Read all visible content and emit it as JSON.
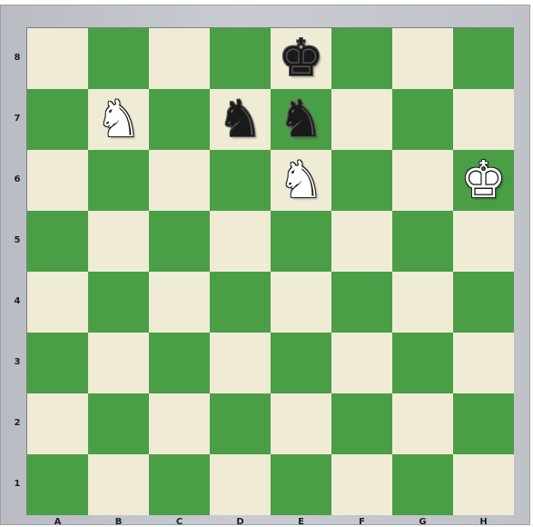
{
  "board": {
    "files": [
      "A",
      "B",
      "C",
      "D",
      "E",
      "F",
      "G",
      "H"
    ],
    "ranks": [
      "8",
      "7",
      "6",
      "5",
      "4",
      "3",
      "2",
      "1"
    ],
    "colors": {
      "light_square": "#efebd4",
      "dark_square": "#4a9f46",
      "frame": "#c4c7cc"
    },
    "pieces": [
      {
        "square": "e8",
        "color": "black",
        "type": "king",
        "glyph": "♚",
        "icon": "black-king-icon"
      },
      {
        "square": "b7",
        "color": "white",
        "type": "knight",
        "glyph": "♞",
        "icon": "white-knight-icon"
      },
      {
        "square": "d7",
        "color": "black",
        "type": "knight",
        "glyph": "♞",
        "icon": "black-knight-icon"
      },
      {
        "square": "e7",
        "color": "black",
        "type": "knight",
        "glyph": "♞",
        "icon": "black-knight-icon"
      },
      {
        "square": "e6",
        "color": "white",
        "type": "knight",
        "glyph": "♞",
        "icon": "white-knight-icon"
      },
      {
        "square": "h6",
        "color": "white",
        "type": "king",
        "glyph": "♚",
        "icon": "white-king-icon"
      }
    ]
  }
}
